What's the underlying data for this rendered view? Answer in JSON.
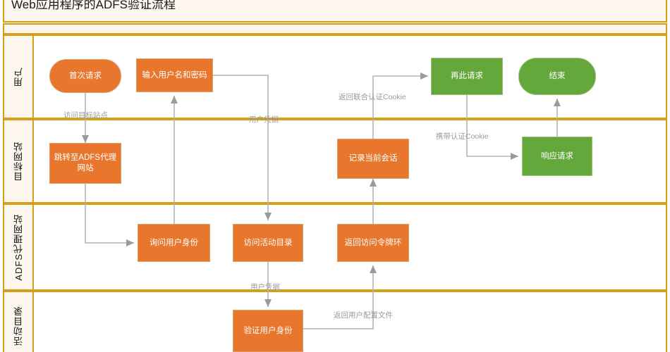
{
  "diagram": {
    "title": "Web应用程序的ADFS验证流程",
    "colors": {
      "lane_border": "#d4a017",
      "lane_header_bg": "#fdf6ef",
      "node_orange": "#e8762c",
      "node_green": "#64a73b",
      "edge": "#9a9a9a",
      "edge_label": "#9a9a9a"
    },
    "lanes": [
      {
        "id": "user",
        "label": "用户"
      },
      {
        "id": "target-site",
        "label": "目标网站"
      },
      {
        "id": "adfs-proxy",
        "label": "ADFS代理网站"
      },
      {
        "id": "active-directory",
        "label": "活动目录"
      }
    ],
    "nodes": [
      {
        "id": "first-request",
        "label": "首次请求",
        "lane": "user",
        "shape": "rounded",
        "color": "orange"
      },
      {
        "id": "enter-credentials",
        "label": "输入用户名和密码",
        "lane": "user",
        "shape": "rectangle",
        "color": "orange"
      },
      {
        "id": "request-again",
        "label": "再此请求",
        "lane": "user",
        "shape": "rectangle",
        "color": "green"
      },
      {
        "id": "end",
        "label": "结束",
        "lane": "user",
        "shape": "rounded",
        "color": "green"
      },
      {
        "id": "redirect-to-adfs",
        "label": "跳转至ADFS代理网站",
        "lane": "target-site",
        "shape": "rectangle",
        "color": "orange"
      },
      {
        "id": "record-session",
        "label": "记录当前会话",
        "lane": "target-site",
        "shape": "rectangle",
        "color": "orange"
      },
      {
        "id": "respond-request",
        "label": "响应请求",
        "lane": "target-site",
        "shape": "rectangle",
        "color": "green"
      },
      {
        "id": "ask-identity",
        "label": "询问用户身份",
        "lane": "adfs-proxy",
        "shape": "rectangle",
        "color": "orange"
      },
      {
        "id": "access-ad",
        "label": "访问活动目录",
        "lane": "adfs-proxy",
        "shape": "rectangle",
        "color": "orange"
      },
      {
        "id": "return-token-ring",
        "label": "返回访问令牌环",
        "lane": "adfs-proxy",
        "shape": "rectangle",
        "color": "orange"
      },
      {
        "id": "verify-identity",
        "label": "验证用户身份",
        "lane": "active-directory",
        "shape": "rectangle",
        "color": "orange"
      }
    ],
    "edge_labels": [
      {
        "id": "visit-target-site",
        "text": "访问目标站点"
      },
      {
        "id": "user-credentials-top",
        "text": "用户凭据"
      },
      {
        "id": "return-fed-auth-cookie",
        "text": "返回联合认证Cookie"
      },
      {
        "id": "carry-auth-cookie",
        "text": "携带认证Cookie"
      },
      {
        "id": "user-credentials-mid",
        "text": "用户凭据"
      },
      {
        "id": "return-user-profile",
        "text": "返回用户配置文件"
      }
    ]
  }
}
